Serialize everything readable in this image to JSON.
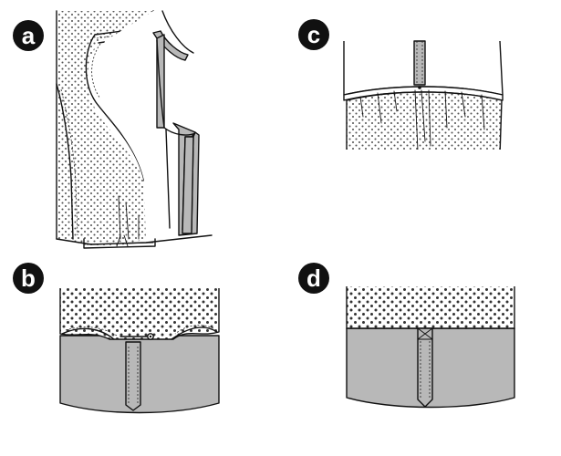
{
  "panels": [
    {
      "id": "a",
      "label": "a"
    },
    {
      "id": "b",
      "label": "b"
    },
    {
      "id": "c",
      "label": "c"
    },
    {
      "id": "d",
      "label": "d"
    }
  ],
  "colors": {
    "badge": "#111111",
    "fabric_grey": "#b8b8b8",
    "dots": "#555555",
    "outline": "#111111"
  }
}
